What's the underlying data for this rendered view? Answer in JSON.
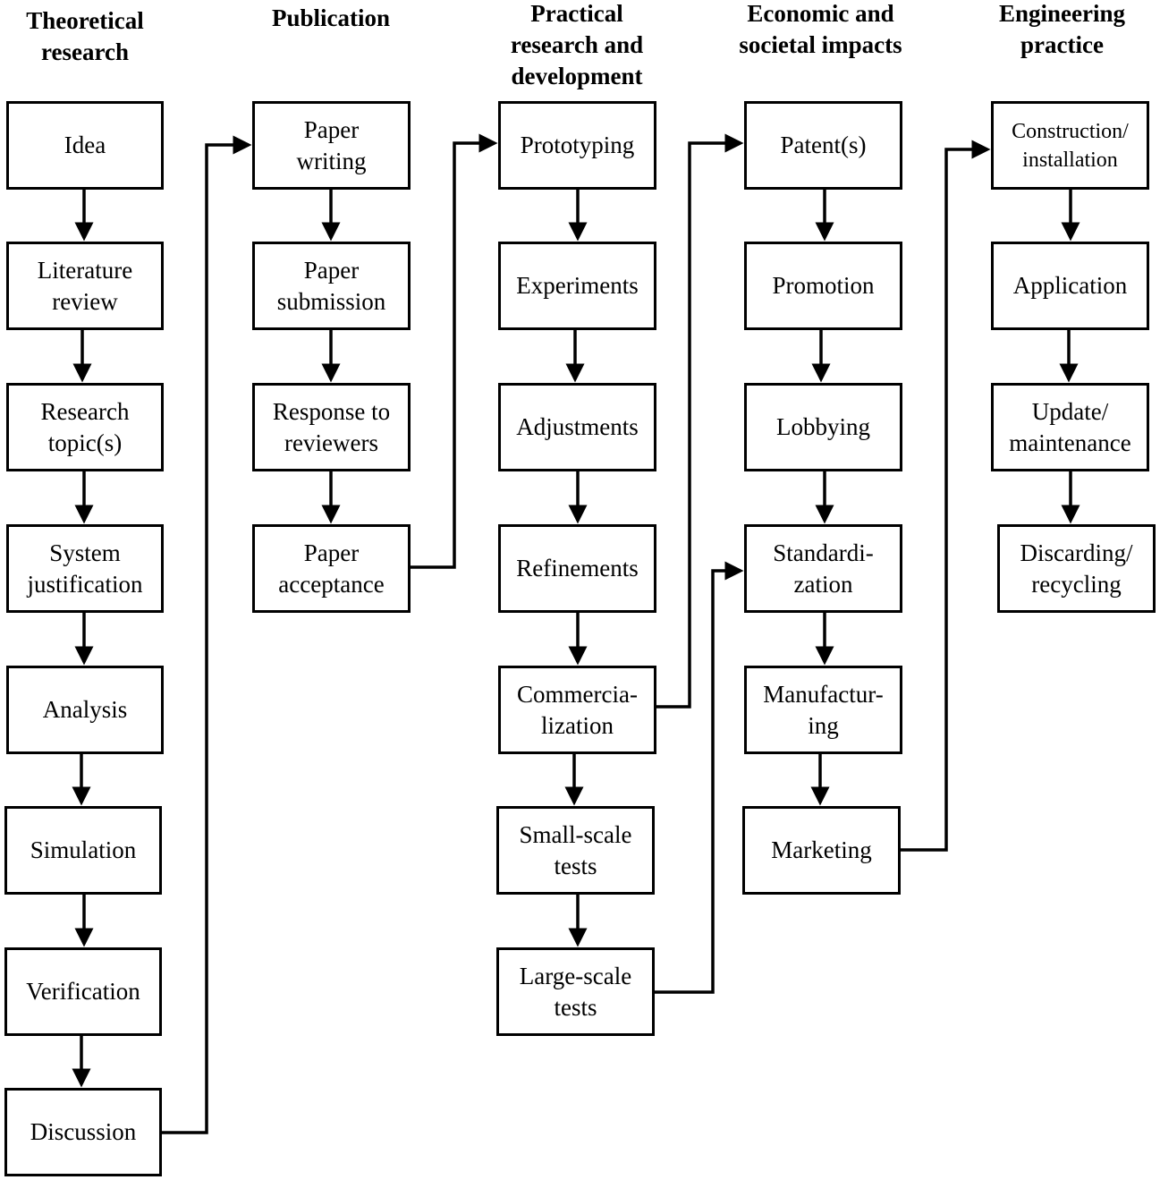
{
  "columns": [
    {
      "header": "Theoretical\nresearch",
      "steps": [
        "Idea",
        "Literature\nreview",
        "Research\ntopic(s)",
        "System\njustification",
        "Analysis",
        "Simulation",
        "Verification",
        "Discussion"
      ]
    },
    {
      "header": "Publication",
      "steps": [
        "Paper\nwriting",
        "Paper\nsubmission",
        "Response to\nreviewers",
        "Paper\nacceptance"
      ]
    },
    {
      "header": "Practical\nresearch and\ndevelopment",
      "steps": [
        "Prototyping",
        "Experiments",
        "Adjustments",
        "Refinements",
        "Commercia-\nlization",
        "Small-scale\ntests",
        "Large-scale\ntests"
      ]
    },
    {
      "header": "Economic and\nsocietal impacts",
      "steps": [
        "Patent(s)",
        "Promotion",
        "Lobbying",
        "Standardi-\nzation",
        "Manufactur-\ning",
        "Marketing"
      ]
    },
    {
      "header": "Engineering\npractice",
      "steps": [
        "Construction/\ninstallation",
        "Application",
        "Update/\nmaintenance",
        "Discarding/\nrecycling"
      ]
    }
  ],
  "cross_links": [
    {
      "from": "Discussion",
      "to": "Paper\nwriting"
    },
    {
      "from": "Paper\nacceptance",
      "to": "Prototyping"
    },
    {
      "from": "Commercia-\nlization",
      "to": "Patent(s)"
    },
    {
      "from": "Large-scale\ntests",
      "to": "Standardi-\nzation"
    },
    {
      "from": "Marketing",
      "to": "Construction/\ninstallation"
    }
  ],
  "colors": {
    "stroke": "#000000",
    "fill": "#ffffff",
    "text": "#000000"
  }
}
